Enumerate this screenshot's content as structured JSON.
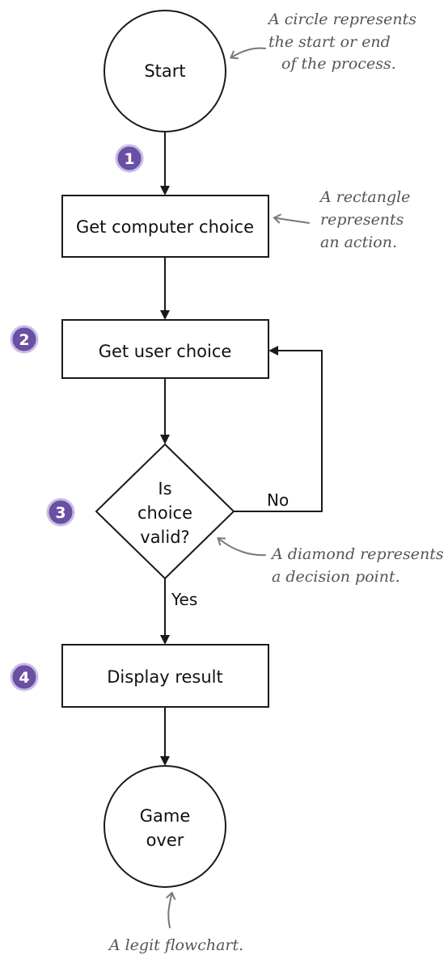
{
  "nodes": {
    "start": "Start",
    "get_computer_choice": "Get computer choice",
    "get_user_choice": "Get user choice",
    "decision_line1": "Is",
    "decision_line2": "choice",
    "decision_line3": "valid?",
    "display_result": "Display result",
    "end_line1": "Game",
    "end_line2": "over"
  },
  "edge_labels": {
    "no": "No",
    "yes": "Yes"
  },
  "badges": {
    "step1": "1",
    "step2": "2",
    "step3": "3",
    "step4": "4"
  },
  "notes": {
    "circle_line1": "A circle represents",
    "circle_line2": "the start or end",
    "circle_line3": "of the process.",
    "rect_line1": "A rectangle",
    "rect_line2": "represents",
    "rect_line3": "an action.",
    "diamond_line1": "A diamond represents",
    "diamond_line2": "a decision point.",
    "flowchart": "A legit flowchart."
  },
  "colors": {
    "badge_fill": "#6a4fa3",
    "badge_ring": "#c9bde6",
    "line": "#1a1a1a",
    "note": "#555555"
  }
}
